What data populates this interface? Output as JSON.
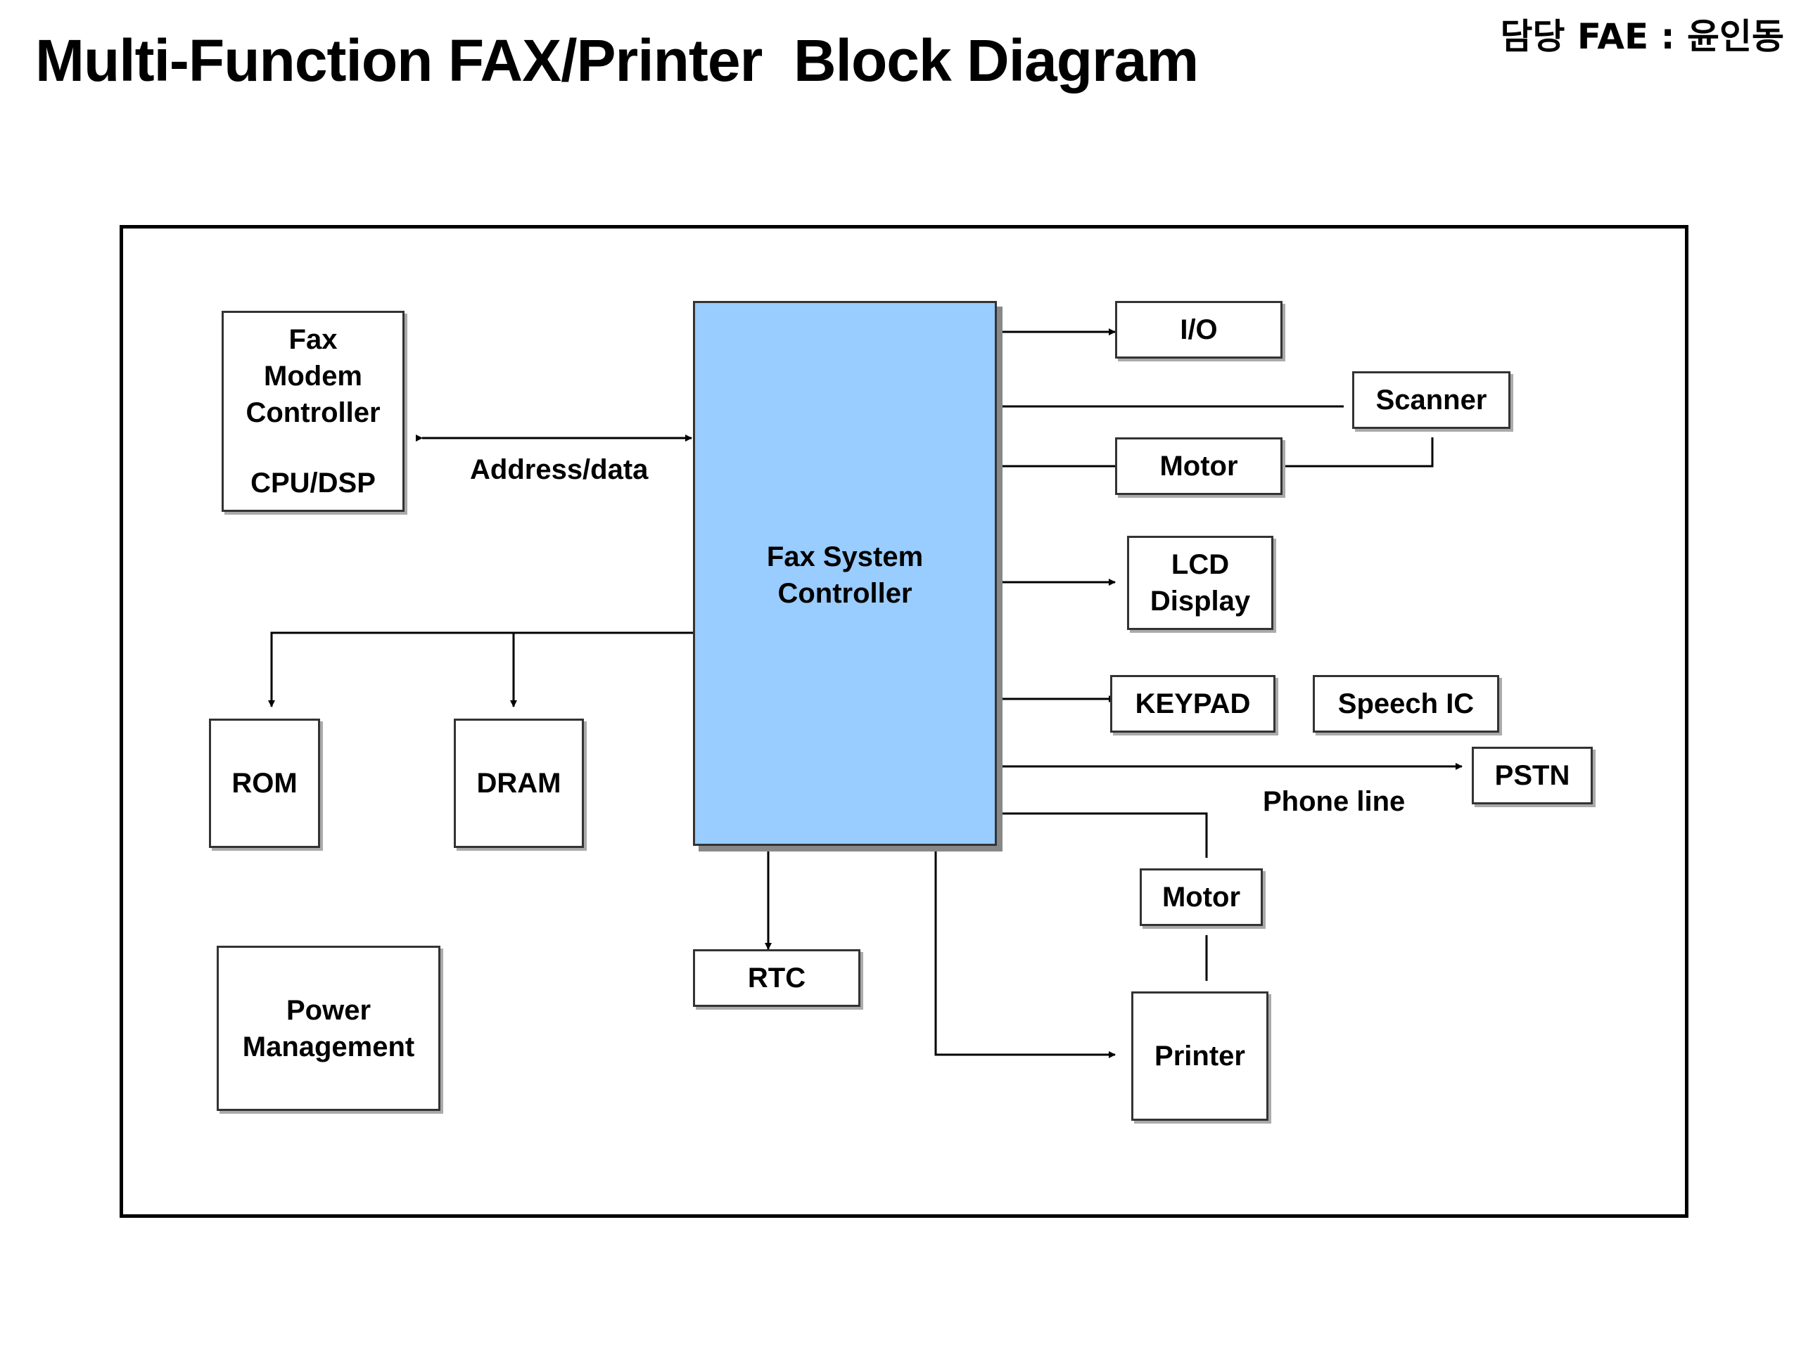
{
  "title": "Multi-Function FAX/Printer  Block Diagram",
  "owner": "담당 FAE : 윤인동",
  "blocks": {
    "fax_modem": {
      "line1": "Fax",
      "line2": "Modem",
      "line3": "Controller",
      "line4": "CPU/DSP"
    },
    "fax_system_controller": {
      "line1": "Fax System",
      "line2": "Controller"
    },
    "io": "I/O",
    "scanner": "Scanner",
    "motor_top": "Motor",
    "lcd": {
      "line1": "LCD",
      "line2": "Display"
    },
    "keypad": "KEYPAD",
    "speech_ic": "Speech IC",
    "pstn": "PSTN",
    "motor_bottom": "Motor",
    "printer": "Printer",
    "rom": "ROM",
    "dram": "DRAM",
    "rtc": "RTC",
    "power": {
      "line1": "Power",
      "line2": "Management"
    }
  },
  "connection_labels": {
    "address_data": "Address/data",
    "phone_line": "Phone line"
  },
  "colors": {
    "central_fill": "#99ccff",
    "line": "#000000",
    "box_border": "#333333"
  }
}
